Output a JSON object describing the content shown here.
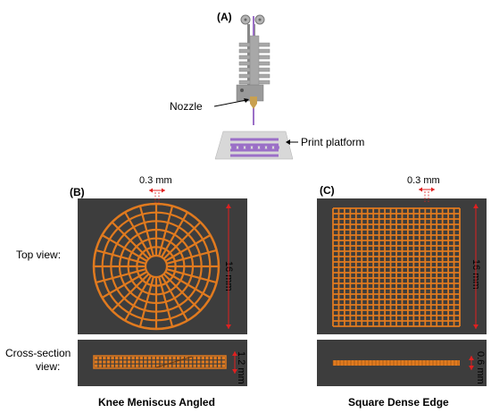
{
  "panel_labels": {
    "a": "(A)",
    "b": "(B)",
    "c": "(C)"
  },
  "printer": {
    "nozzle_label": "Nozzle",
    "platform_label": "Print platform"
  },
  "row_labels": {
    "top_view": "Top view:",
    "cross_section_line1": "Cross-section",
    "cross_section_line2": "view:"
  },
  "dimensions": {
    "b_spacing": "0.3 mm",
    "b_width": "16 mm",
    "b_height": "1.2 mm",
    "c_spacing": "0.3 mm",
    "c_width": "16 mm",
    "c_height": "0.6 mm"
  },
  "captions": {
    "b": "Knee Meniscus Angled",
    "c": "Square Dense Edge"
  },
  "colors": {
    "panel_bg": "#3d3d3d",
    "filament": "#e07a1f",
    "dimension": "#e02020",
    "printer_body": "#a8a8a8",
    "print_part": "#9b6fc7"
  }
}
